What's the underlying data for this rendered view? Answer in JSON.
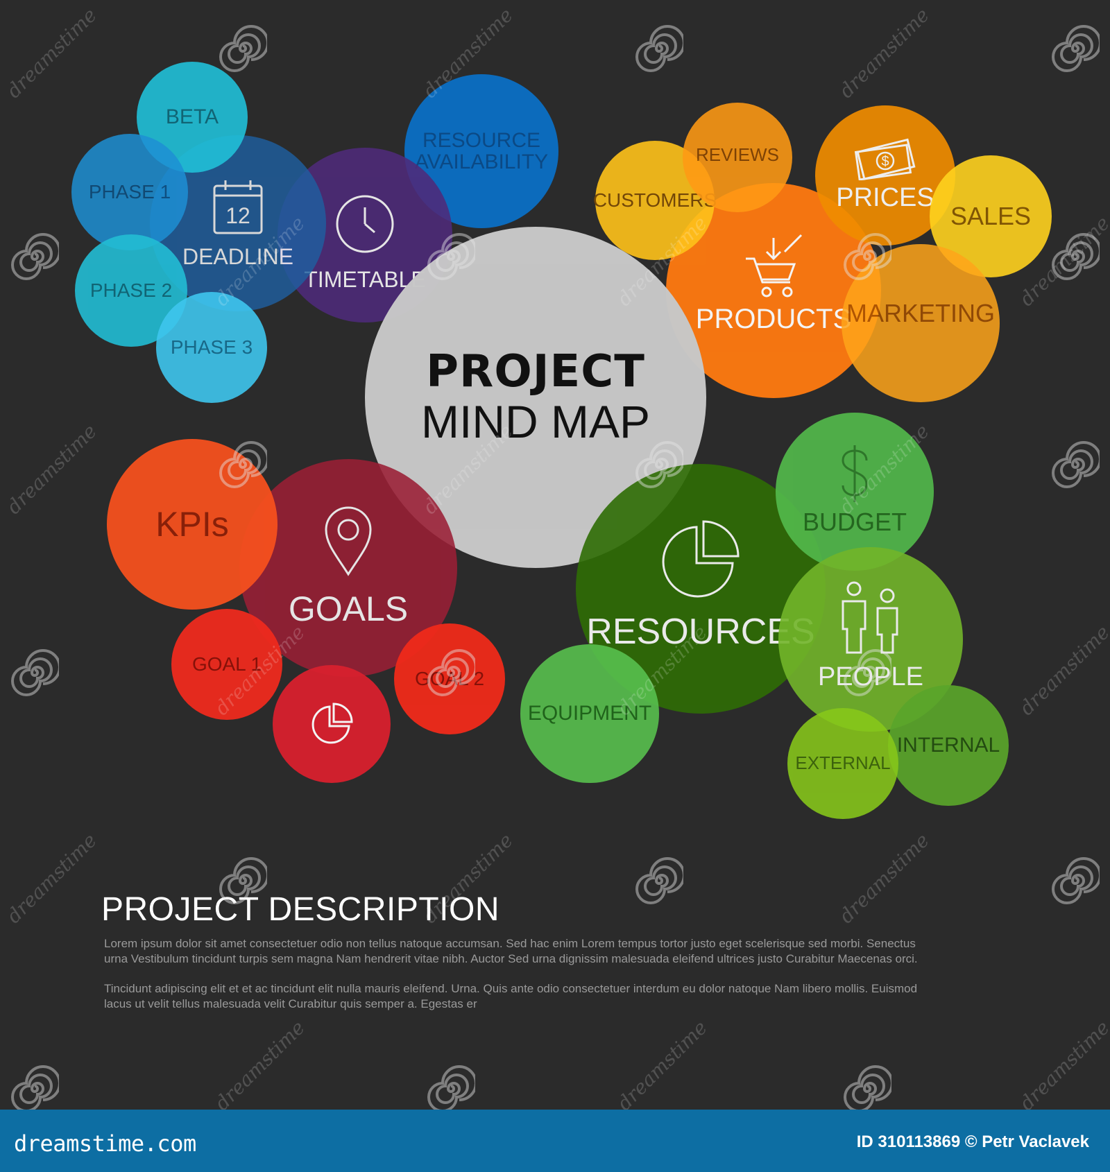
{
  "center": {
    "title": "PROJECT",
    "subtitle": "MIND MAP"
  },
  "timeline": {
    "beta": "BETA",
    "phase1": "PHASE 1",
    "deadline_icon_number": "12",
    "deadline": "DEADLINE",
    "phase2": "PHASE 2",
    "phase3": "PHASE 3",
    "timetable": "TIMETABLE",
    "resource_line1": "RESOURCE",
    "resource_line2": "AVAILABILITY"
  },
  "products": {
    "reviews": "REVIEWS",
    "customers": "CUSTOMERS",
    "prices": "PRICES",
    "sales": "SALES",
    "products": "PRODUCTS",
    "marketing": "MARKETING"
  },
  "goals": {
    "kpis": "KPIs",
    "goals": "GOALS",
    "goal1": "GOAL 1",
    "goal2": "GOAL 2"
  },
  "resources": {
    "budget": "BUDGET",
    "resources": "RESOURCES",
    "people": "PEOPLE",
    "equipment": "EQUIPMENT",
    "internal": "INTERNAL",
    "external": "EXTERNAL"
  },
  "description": {
    "title": "PROJECT DESCRIPTION",
    "p1_line1": "Lorem ipsum dolor sit amet consectetuer odio non tellus natoque accumsan. Sed hac enim Lorem tempus tortor justo eget scelerisque sed morbi. Senectus",
    "p1_line2": "urna Vestibulum tincidunt turpis sem magna Nam hendrerit vitae nibh. Auctor Sed urna dignissim malesuada eleifend ultrices justo Curabitur Maecenas orci.",
    "p2_line1": "Tincidunt adipiscing elit et et ac tincidunt elit nulla mauris eleifend. Urna. Quis ante odio consectetuer interdum eu dolor natoque Nam libero mollis. Euismod",
    "p2_line2": "lacus ut velit tellus malesuada velit Curabitur quis semper a. Egestas er"
  },
  "footer": {
    "brand": "dreamstime.com",
    "id_text": "ID 310113869 © Petr Vaclavek"
  },
  "watermark": {
    "text": "dreamstime"
  },
  "icons": {
    "deadline": "calendar-icon",
    "timetable": "clock-icon",
    "prices": "banknote-icon",
    "products": "shopping-cart-icon",
    "goals": "map-pin-icon",
    "goal_chart": "pie-chart-icon",
    "resources": "pie-chart-icon",
    "budget": "dollar-icon",
    "people": "people-icon"
  },
  "colors": {
    "background": "#2b2b2b",
    "center": "#c8c8c8",
    "timeline_teal": "#20c0d8",
    "timeline_blue": "#1d8fd3",
    "timetable_purple": "#4e2a7a",
    "resource_blue": "#0b6fc4",
    "products_orange": "#ff7a10",
    "sales_yellow": "#ffd21e",
    "goals_red": "#9a1f35",
    "kpi_orange_red": "#f5501e",
    "resources_green": "#2f6d05",
    "people_green": "#72b52a",
    "budget_green": "#52b84b",
    "footer_blue": "#0d6ea3"
  }
}
